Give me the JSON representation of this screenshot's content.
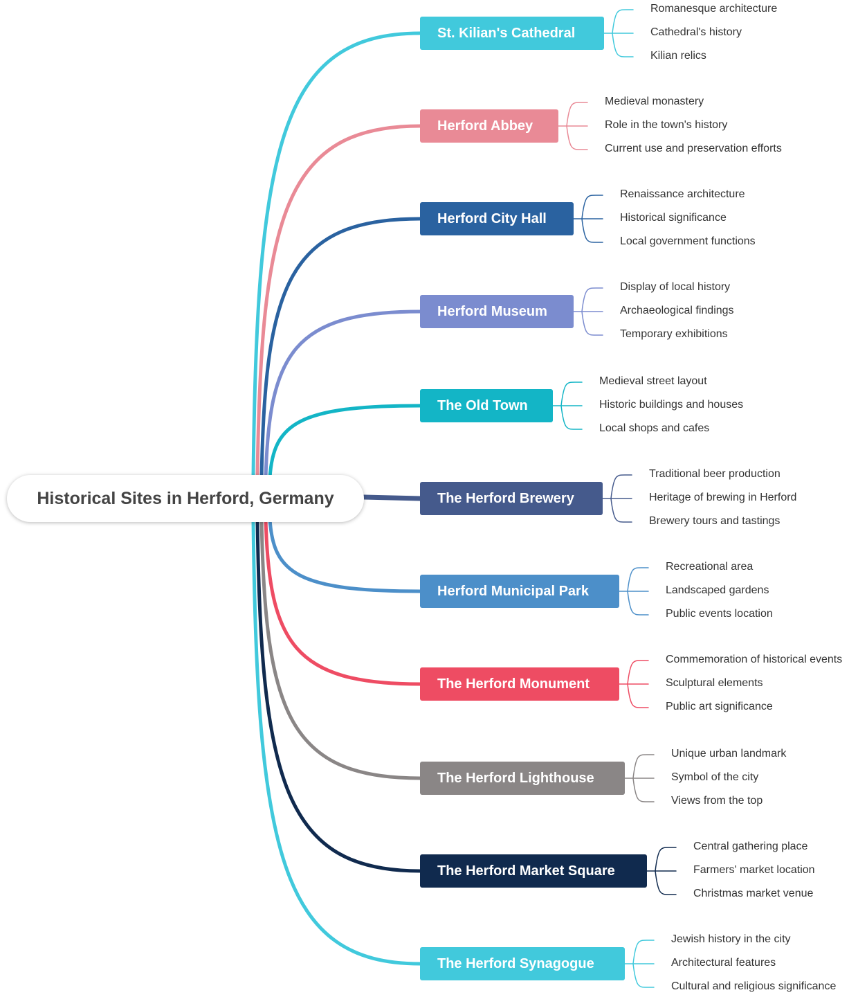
{
  "root": {
    "label": "Historical Sites in Herford, Germany"
  },
  "branches": [
    {
      "label": "St. Kilian's Cathedral",
      "color": "#41c9dc",
      "children": [
        "Romanesque architecture",
        "Cathedral's history",
        "Kilian relics"
      ]
    },
    {
      "label": "Herford Abbey",
      "color": "#e98a96",
      "children": [
        "Medieval monastery",
        "Role in the town's history",
        "Current use and preservation efforts"
      ]
    },
    {
      "label": "Herford City Hall",
      "color": "#2a62a0",
      "children": [
        "Renaissance architecture",
        "Historical significance",
        "Local government functions"
      ]
    },
    {
      "label": "Herford Museum",
      "color": "#7b8ccf",
      "children": [
        "Display of local history",
        "Archaeological findings",
        "Temporary exhibitions"
      ]
    },
    {
      "label": "The Old Town",
      "color": "#13b5c6",
      "children": [
        "Medieval street layout",
        "Historic buildings and houses",
        "Local shops and cafes"
      ]
    },
    {
      "label": "The Herford Brewery",
      "color": "#455a8c",
      "children": [
        "Traditional beer production",
        "Heritage of brewing in Herford",
        "Brewery tours and tastings"
      ]
    },
    {
      "label": "Herford Municipal Park",
      "color": "#4c8fc9",
      "children": [
        "Recreational area",
        "Landscaped gardens",
        "Public events location"
      ]
    },
    {
      "label": "The Herford Monument",
      "color": "#ee4c63",
      "children": [
        "Commemoration of historical events",
        "Sculptural elements",
        "Public art significance"
      ]
    },
    {
      "label": "The Herford Lighthouse",
      "color": "#8a8686",
      "children": [
        "Unique urban landmark",
        "Symbol of the city",
        "Views from the top"
      ]
    },
    {
      "label": "The Herford Market Square",
      "color": "#102a4e",
      "children": [
        "Central gathering place",
        "Farmers' market location",
        "Christmas market venue"
      ]
    },
    {
      "label": "The Herford Synagogue",
      "color": "#41c9dc",
      "children": [
        "Jewish history in the city",
        "Architectural features",
        "Cultural and religious significance"
      ]
    }
  ]
}
